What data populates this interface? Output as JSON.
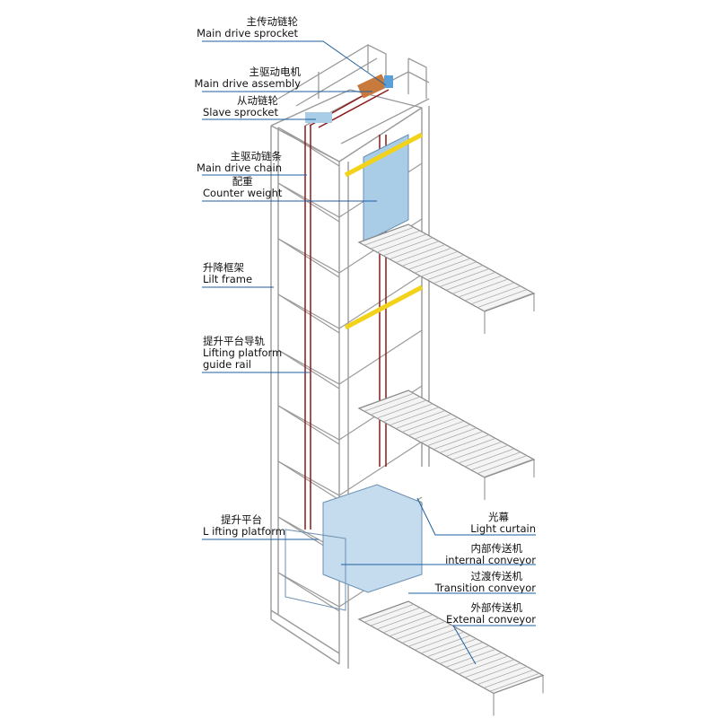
{
  "title": "Vertical lift structure diagram",
  "colors": {
    "frame": "#9a9a9a",
    "chain": "#8b1a1a",
    "accent": "#f2d21a",
    "panel": "#a9cde6",
    "leader": "#1f5fa0",
    "motor": "#c87a3c"
  },
  "labels": {
    "main_drive_sprocket": {
      "cn": "主传动链轮",
      "en": "Main drive sprocket"
    },
    "main_drive_assembly": {
      "cn": "主驱动电机",
      "en": "Main drive assembly"
    },
    "slave_sprocket": {
      "cn": "从动链轮",
      "en": "Slave sprocket"
    },
    "main_drive_chain": {
      "cn": "主驱动链条",
      "en": "Main drive chain"
    },
    "counter_weight": {
      "cn": "配重",
      "en": "Counter weight"
    },
    "lift_frame": {
      "cn": "升降框架",
      "en": "Lilt frame"
    },
    "guide_rail": {
      "cn": "提升平台导轨",
      "en1": "Lifting platform",
      "en2": "guide rail"
    },
    "lifting_platform": {
      "cn": "提升平台",
      "en": "L ifting platform"
    },
    "light_curtain": {
      "cn": "光幕",
      "en": "Light curtain"
    },
    "internal_conveyor": {
      "cn": "内部传送机",
      "en": "internal conveyor"
    },
    "transition_conveyor": {
      "cn": "过渡传送机",
      "en": "Transition conveyor"
    },
    "external_conveyor": {
      "cn": "外部传送机",
      "en": "Extenal conveyor"
    }
  }
}
